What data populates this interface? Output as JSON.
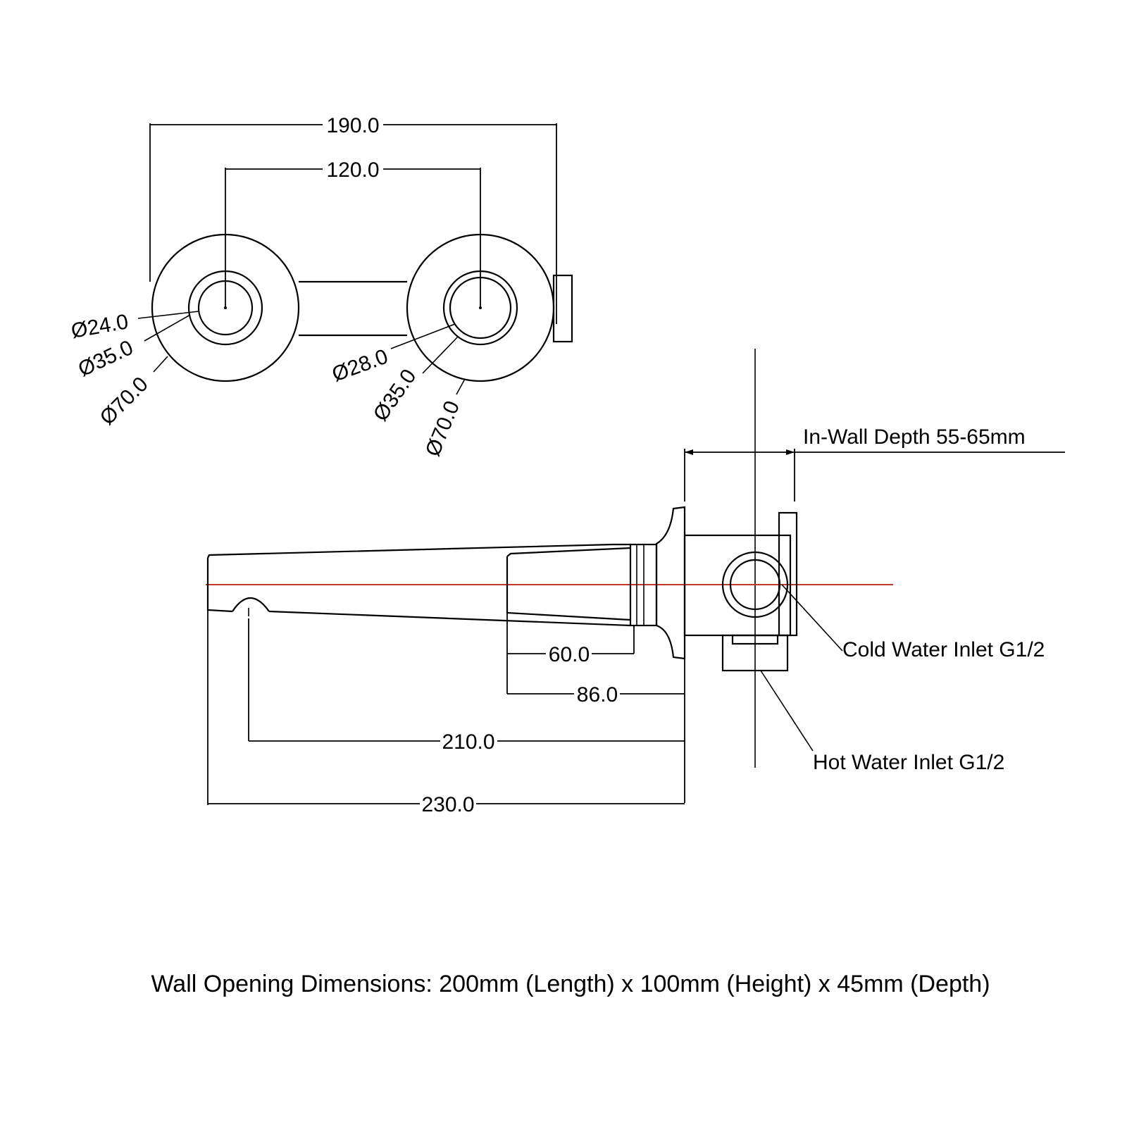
{
  "front_view": {
    "dim_overall_width": "190.0",
    "dim_center_spacing": "120.0",
    "left_outlet": {
      "inner_diameter": "Ø24.0",
      "mid_diameter": "Ø35.0",
      "outer_diameter": "Ø70.0"
    },
    "right_outlet": {
      "inner_diameter": "Ø28.0",
      "mid_diameter": "Ø35.0",
      "outer_diameter": "Ø70.0"
    }
  },
  "side_view": {
    "in_wall_depth_label": "In-Wall Depth 55-65mm",
    "cold_inlet_label": "Cold Water Inlet G1/2",
    "hot_inlet_label": "Hot Water Inlet G1/2",
    "dim_60": "60.0",
    "dim_86": "86.0",
    "dim_210": "210.0",
    "dim_230": "230.0"
  },
  "caption": "Wall Opening Dimensions: 200mm (Length) x 100mm (Height) x 45mm (Depth)",
  "colors": {
    "line": "#000000",
    "centerline": "#c0392b",
    "background": "#ffffff"
  }
}
